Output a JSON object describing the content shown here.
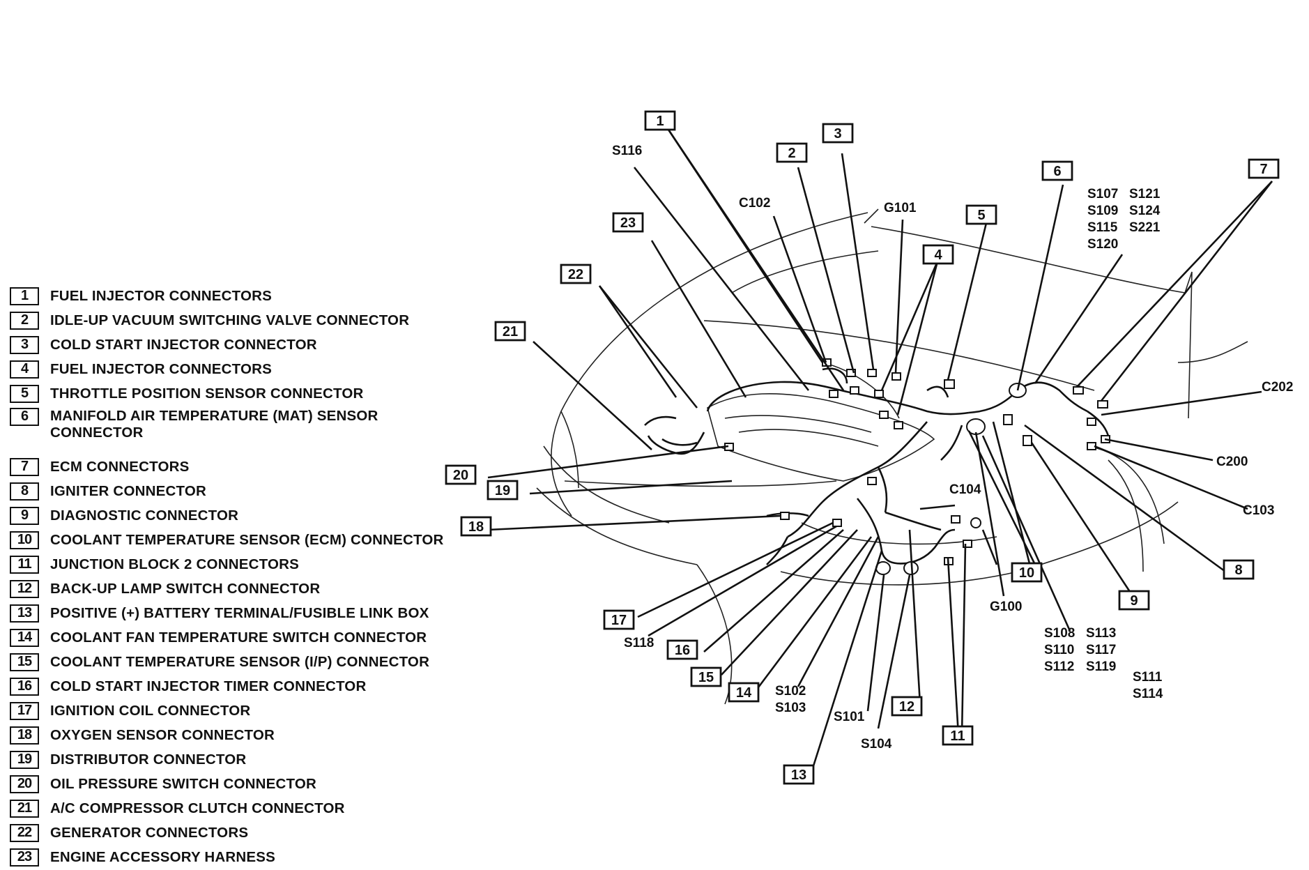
{
  "legend": [
    {
      "num": "1",
      "text": "FUEL INJECTOR CONNECTORS"
    },
    {
      "num": "2",
      "text": "IDLE-UP VACUUM SWITCHING VALVE CONNECTOR"
    },
    {
      "num": "3",
      "text": "COLD START INJECTOR CONNECTOR"
    },
    {
      "num": "4",
      "text": "FUEL INJECTOR CONNECTORS"
    },
    {
      "num": "5",
      "text": "THROTTLE POSITION SENSOR CONNECTOR"
    },
    {
      "num": "6",
      "text": "MANIFOLD AIR TEMPERATURE (MAT) SENSOR CONNECTOR"
    },
    {
      "num": "7",
      "text": "ECM CONNECTORS"
    },
    {
      "num": "8",
      "text": "IGNITER CONNECTOR"
    },
    {
      "num": "9",
      "text": "DIAGNOSTIC CONNECTOR"
    },
    {
      "num": "10",
      "text": "COOLANT TEMPERATURE SENSOR (ECM) CONNECTOR"
    },
    {
      "num": "11",
      "text": "JUNCTION BLOCK 2 CONNECTORS"
    },
    {
      "num": "12",
      "text": "BACK-UP LAMP SWITCH CONNECTOR"
    },
    {
      "num": "13",
      "text": "POSITIVE (+) BATTERY TERMINAL/FUSIBLE LINK BOX"
    },
    {
      "num": "14",
      "text": "COOLANT FAN TEMPERATURE SWITCH CONNECTOR"
    },
    {
      "num": "15",
      "text": "COOLANT TEMPERATURE SENSOR (I/P) CONNECTOR"
    },
    {
      "num": "16",
      "text": "COLD START INJECTOR TIMER CONNECTOR"
    },
    {
      "num": "17",
      "text": "IGNITION COIL CONNECTOR"
    },
    {
      "num": "18",
      "text": "OXYGEN SENSOR CONNECTOR"
    },
    {
      "num": "19",
      "text": "DISTRIBUTOR CONNECTOR"
    },
    {
      "num": "20",
      "text": "OIL PRESSURE SWITCH CONNECTOR"
    },
    {
      "num": "21",
      "text": "A/C COMPRESSOR CLUTCH CONNECTOR"
    },
    {
      "num": "22",
      "text": "GENERATOR CONNECTORS"
    },
    {
      "num": "23",
      "text": "ENGINE ACCESSORY HARNESS"
    }
  ],
  "callouts": {
    "c1": "1",
    "c2": "2",
    "c3": "3",
    "c4": "4",
    "c5": "5",
    "c6": "6",
    "c7": "7",
    "c8": "8",
    "c9": "9",
    "c10": "10",
    "c11": "11",
    "c12": "12",
    "c13": "13",
    "c14": "14",
    "c15": "15",
    "c16": "16",
    "c17": "17",
    "c18": "18",
    "c19": "19",
    "c20": "20",
    "c21": "21",
    "c22": "22",
    "c23": "23"
  },
  "codes": {
    "s116": "S116",
    "c102": "C102",
    "g101": "G101",
    "s107": "S107",
    "s121": "S121",
    "s109": "S109",
    "s124": "S124",
    "s115": "S115",
    "s221": "S221",
    "s120": "S120",
    "c202": "C202",
    "c200": "C200",
    "c103": "C103",
    "c104": "C104",
    "g100": "G100",
    "s108": "S108",
    "s113": "S113",
    "s110": "S110",
    "s117": "S117",
    "s112": "S112",
    "s119": "S119",
    "s111": "S111",
    "s114": "S114",
    "s118": "S118",
    "s102": "S102",
    "s103": "S103",
    "s101": "S101",
    "s104": "S104"
  }
}
